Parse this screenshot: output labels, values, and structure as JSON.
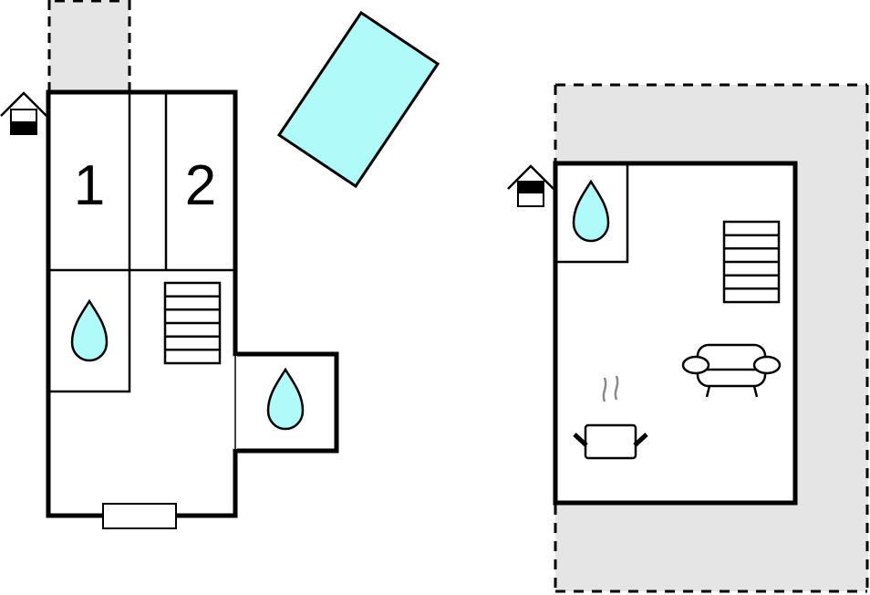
{
  "plan": {
    "type": "floor-plan",
    "colors": {
      "wall": "#000000",
      "water": "#b0fafa",
      "terrace": "#e5e5e5",
      "steam": "#888888",
      "background": "#ffffff"
    },
    "ground_floor": {
      "rooms": [
        {
          "label": "1",
          "kind": "bedroom"
        },
        {
          "label": "2",
          "kind": "bedroom"
        }
      ],
      "icons": [
        "entrance-icon",
        "bathroom-icon",
        "bathroom-icon",
        "stairs-icon"
      ]
    },
    "upper_floor": {
      "icons": [
        "entrance-icon",
        "bathroom-icon",
        "stairs-icon",
        "sofa-icon",
        "kitchen-icon"
      ]
    },
    "pool": {
      "kind": "swimming-pool"
    }
  }
}
